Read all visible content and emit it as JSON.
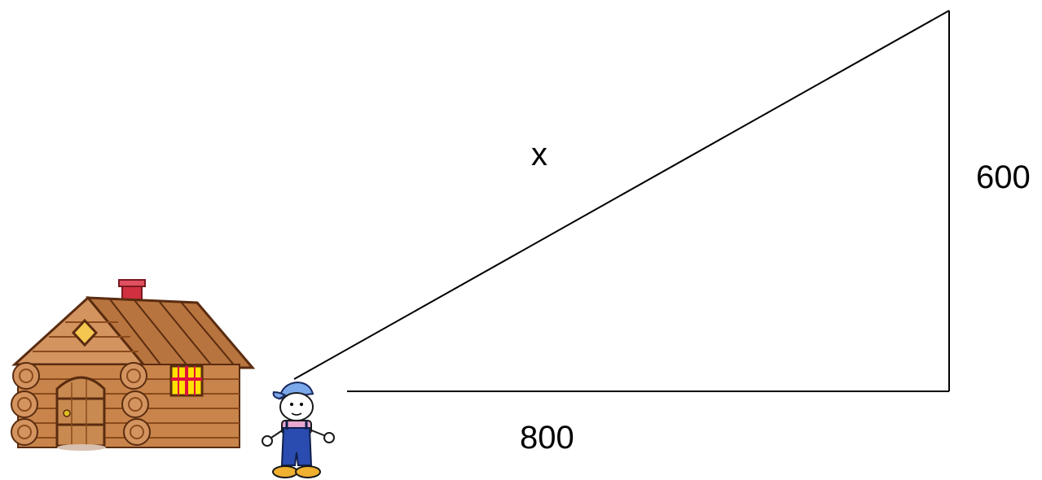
{
  "diagram": {
    "hypotenuse_label": "x",
    "vertical_side_label": "600",
    "horizontal_side_label": "800"
  },
  "colors": {
    "line": "#000000",
    "background": "#ffffff",
    "house_wood": "#c8844a",
    "house_wood_dark": "#8a4a1c",
    "roof": "#b8743e",
    "window": "#ffe000",
    "chimney": "#d03040",
    "boy_cap": "#7aa8e8",
    "boy_overalls": "#2a4cb0",
    "boy_shirt": "#e8a8d0",
    "boy_shoes": "#f0b030"
  },
  "pictures": [
    "log-cabin",
    "cartoon-boy"
  ]
}
